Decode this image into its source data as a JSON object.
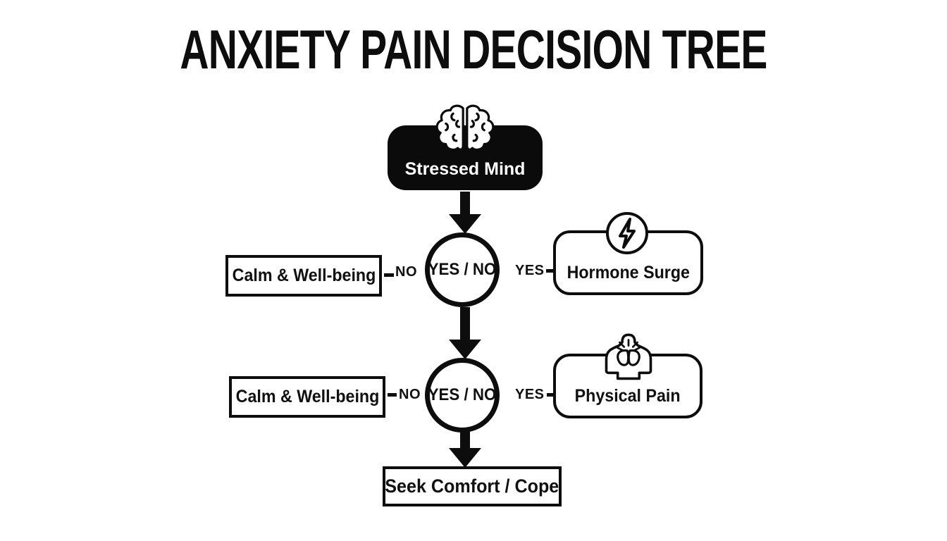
{
  "title": "ANXIETY PAIN DECISION TREE",
  "flow": {
    "root": {
      "label": "Stressed Mind",
      "icon": "brain"
    },
    "decision1": {
      "label": "YES / NO"
    },
    "decision2": {
      "label": "YES / NO"
    },
    "outcome_no_1": {
      "label": "Calm & Well-being"
    },
    "outcome_yes_1": {
      "label": "Hormone Surge",
      "icon": "lightning-bolt"
    },
    "outcome_no_2": {
      "label": "Calm & Well-being"
    },
    "outcome_yes_2": {
      "label": "Physical Pain",
      "icon": "chest-pain"
    },
    "final": {
      "label": "Seek Comfort / Cope"
    }
  },
  "edge_labels": {
    "no": "NO",
    "yes": "YES"
  },
  "colors": {
    "background": "#ffffff",
    "ink": "#0d0d0d",
    "root_fill": "#0b0b0b",
    "root_text": "#ffffff"
  }
}
